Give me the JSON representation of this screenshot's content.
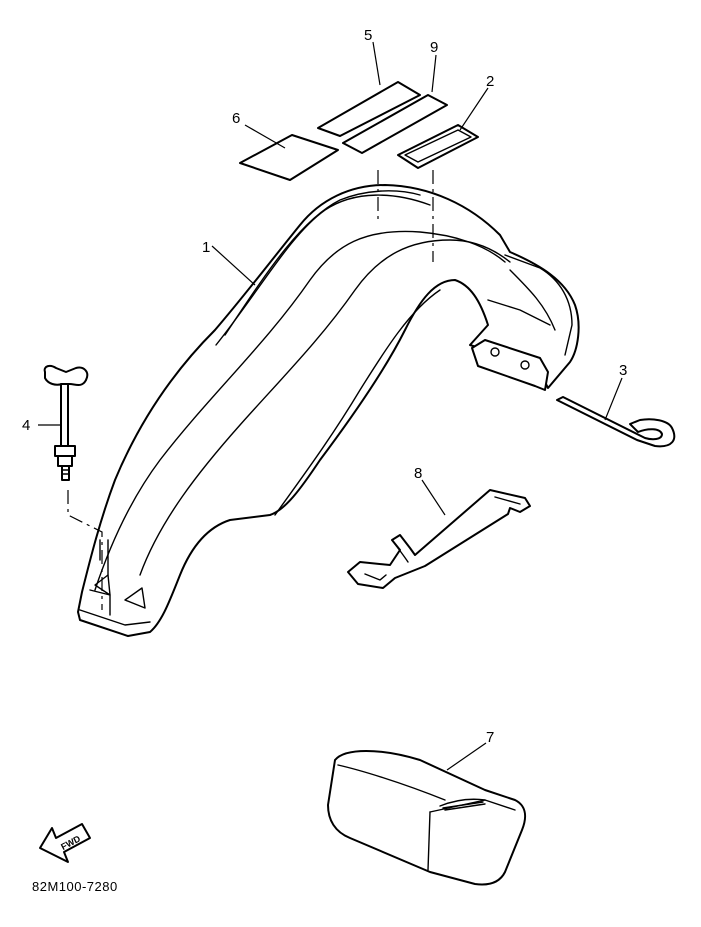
{
  "diagram": {
    "callouts": [
      {
        "id": "1",
        "label": "1"
      },
      {
        "id": "2",
        "label": "2"
      },
      {
        "id": "3",
        "label": "3"
      },
      {
        "id": "4",
        "label": "4"
      },
      {
        "id": "5",
        "label": "5"
      },
      {
        "id": "6",
        "label": "6"
      },
      {
        "id": "7",
        "label": "7"
      },
      {
        "id": "8",
        "label": "8"
      },
      {
        "id": "9",
        "label": "9"
      }
    ],
    "part_code": "82M100-7280",
    "direction_label": "FWD"
  }
}
